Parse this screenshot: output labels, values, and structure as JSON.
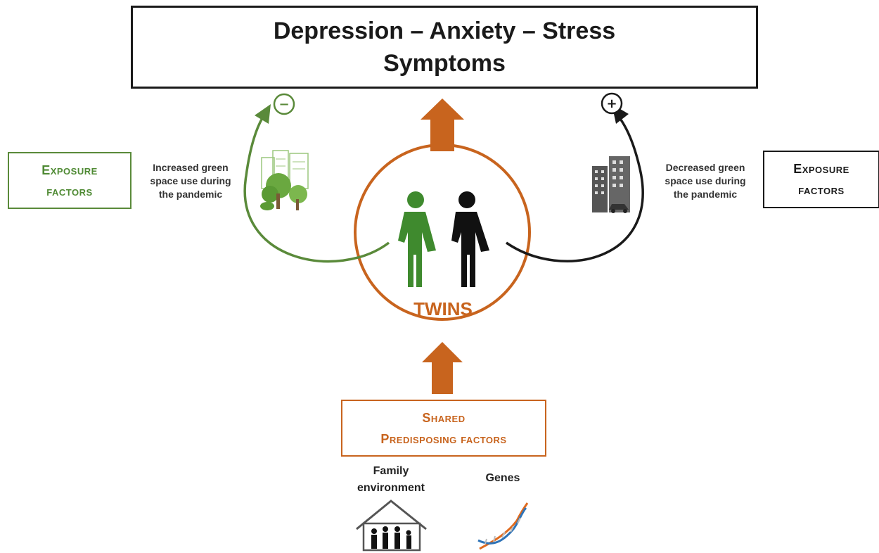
{
  "title": {
    "line1": "Depression – Anxiety – Stress",
    "line2": "Symptoms"
  },
  "exposure_left": {
    "line1": "Exposure",
    "line2": "factors",
    "caption_lines": [
      "Increased green",
      "space use during",
      "the pandemic"
    ],
    "effect_symbol": "−"
  },
  "exposure_right": {
    "line1": "Exposure",
    "line2": "factors",
    "caption_lines": [
      "Decreased green",
      "space use during",
      "the pandemic"
    ],
    "effect_symbol": "+"
  },
  "center": {
    "label": "TWINS"
  },
  "shared": {
    "line1": "Shared",
    "line2": "Predisposing factors"
  },
  "sub_factors": {
    "family": [
      "Family",
      "environment"
    ],
    "genes": "Genes"
  },
  "colors": {
    "green": "#4f8a34",
    "orange": "#c8641e",
    "black": "#1a1a1a"
  },
  "icons": [
    "green-park-icon",
    "city-buildings-icon",
    "twin-green-person-icon",
    "twin-black-person-icon",
    "family-house-icon",
    "dna-helix-icon"
  ]
}
